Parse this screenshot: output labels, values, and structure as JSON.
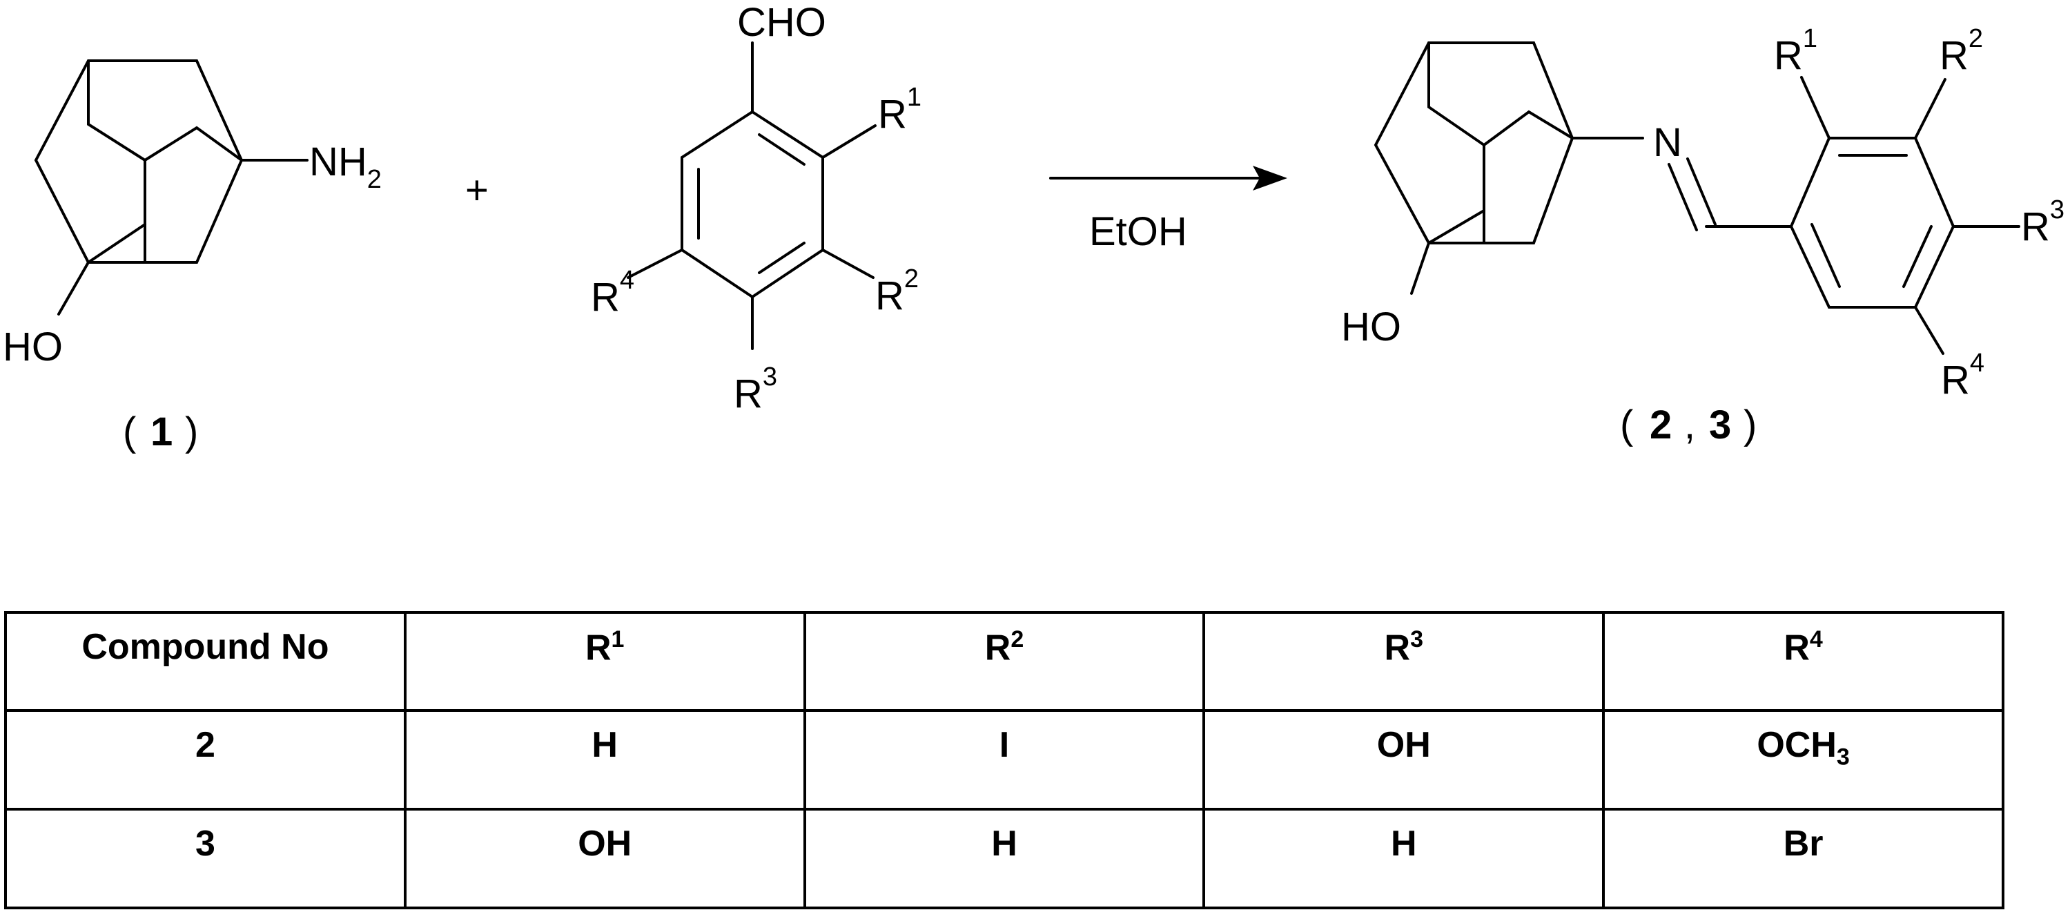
{
  "scheme": {
    "reactant_1": {
      "label_nh2": "NH",
      "label_nh2_sub": "2",
      "label_ho": "HO",
      "compound_open": "(",
      "compound_number": "1",
      "compound_close": ")"
    },
    "plus": "+",
    "aldehyde": {
      "label_cho": "CHO",
      "r1": "R",
      "r1_sup": "1",
      "r2": "R",
      "r2_sup": "2",
      "r3": "R",
      "r3_sup": "3",
      "r4": "R",
      "r4_sup": "4"
    },
    "arrow_reagent": "EtOH",
    "product": {
      "label_n": "N",
      "label_ho": "HO",
      "r1": "R",
      "r1_sup": "1",
      "r2": "R",
      "r2_sup": "2",
      "r3": "R",
      "r3_sup": "3",
      "r4": "R",
      "r4_sup": "4",
      "compound_open": "(",
      "compound_a": "2",
      "compound_sep": ",",
      "compound_b": "3",
      "compound_close": ")"
    }
  },
  "table": {
    "headers": [
      {
        "text": "Compound No",
        "sup": ""
      },
      {
        "text": "R",
        "sup": "1"
      },
      {
        "text": "R",
        "sup": "2"
      },
      {
        "text": "R",
        "sup": "3"
      },
      {
        "text": "R",
        "sup": "4"
      }
    ],
    "rows": [
      {
        "compound": "2",
        "r1": "H",
        "r2": "I",
        "r3": "OH",
        "r4_main": "OCH",
        "r4_sub": "3"
      },
      {
        "compound": "3",
        "r1": "OH",
        "r2": "H",
        "r3": "H",
        "r4_main": "Br",
        "r4_sub": ""
      }
    ]
  }
}
